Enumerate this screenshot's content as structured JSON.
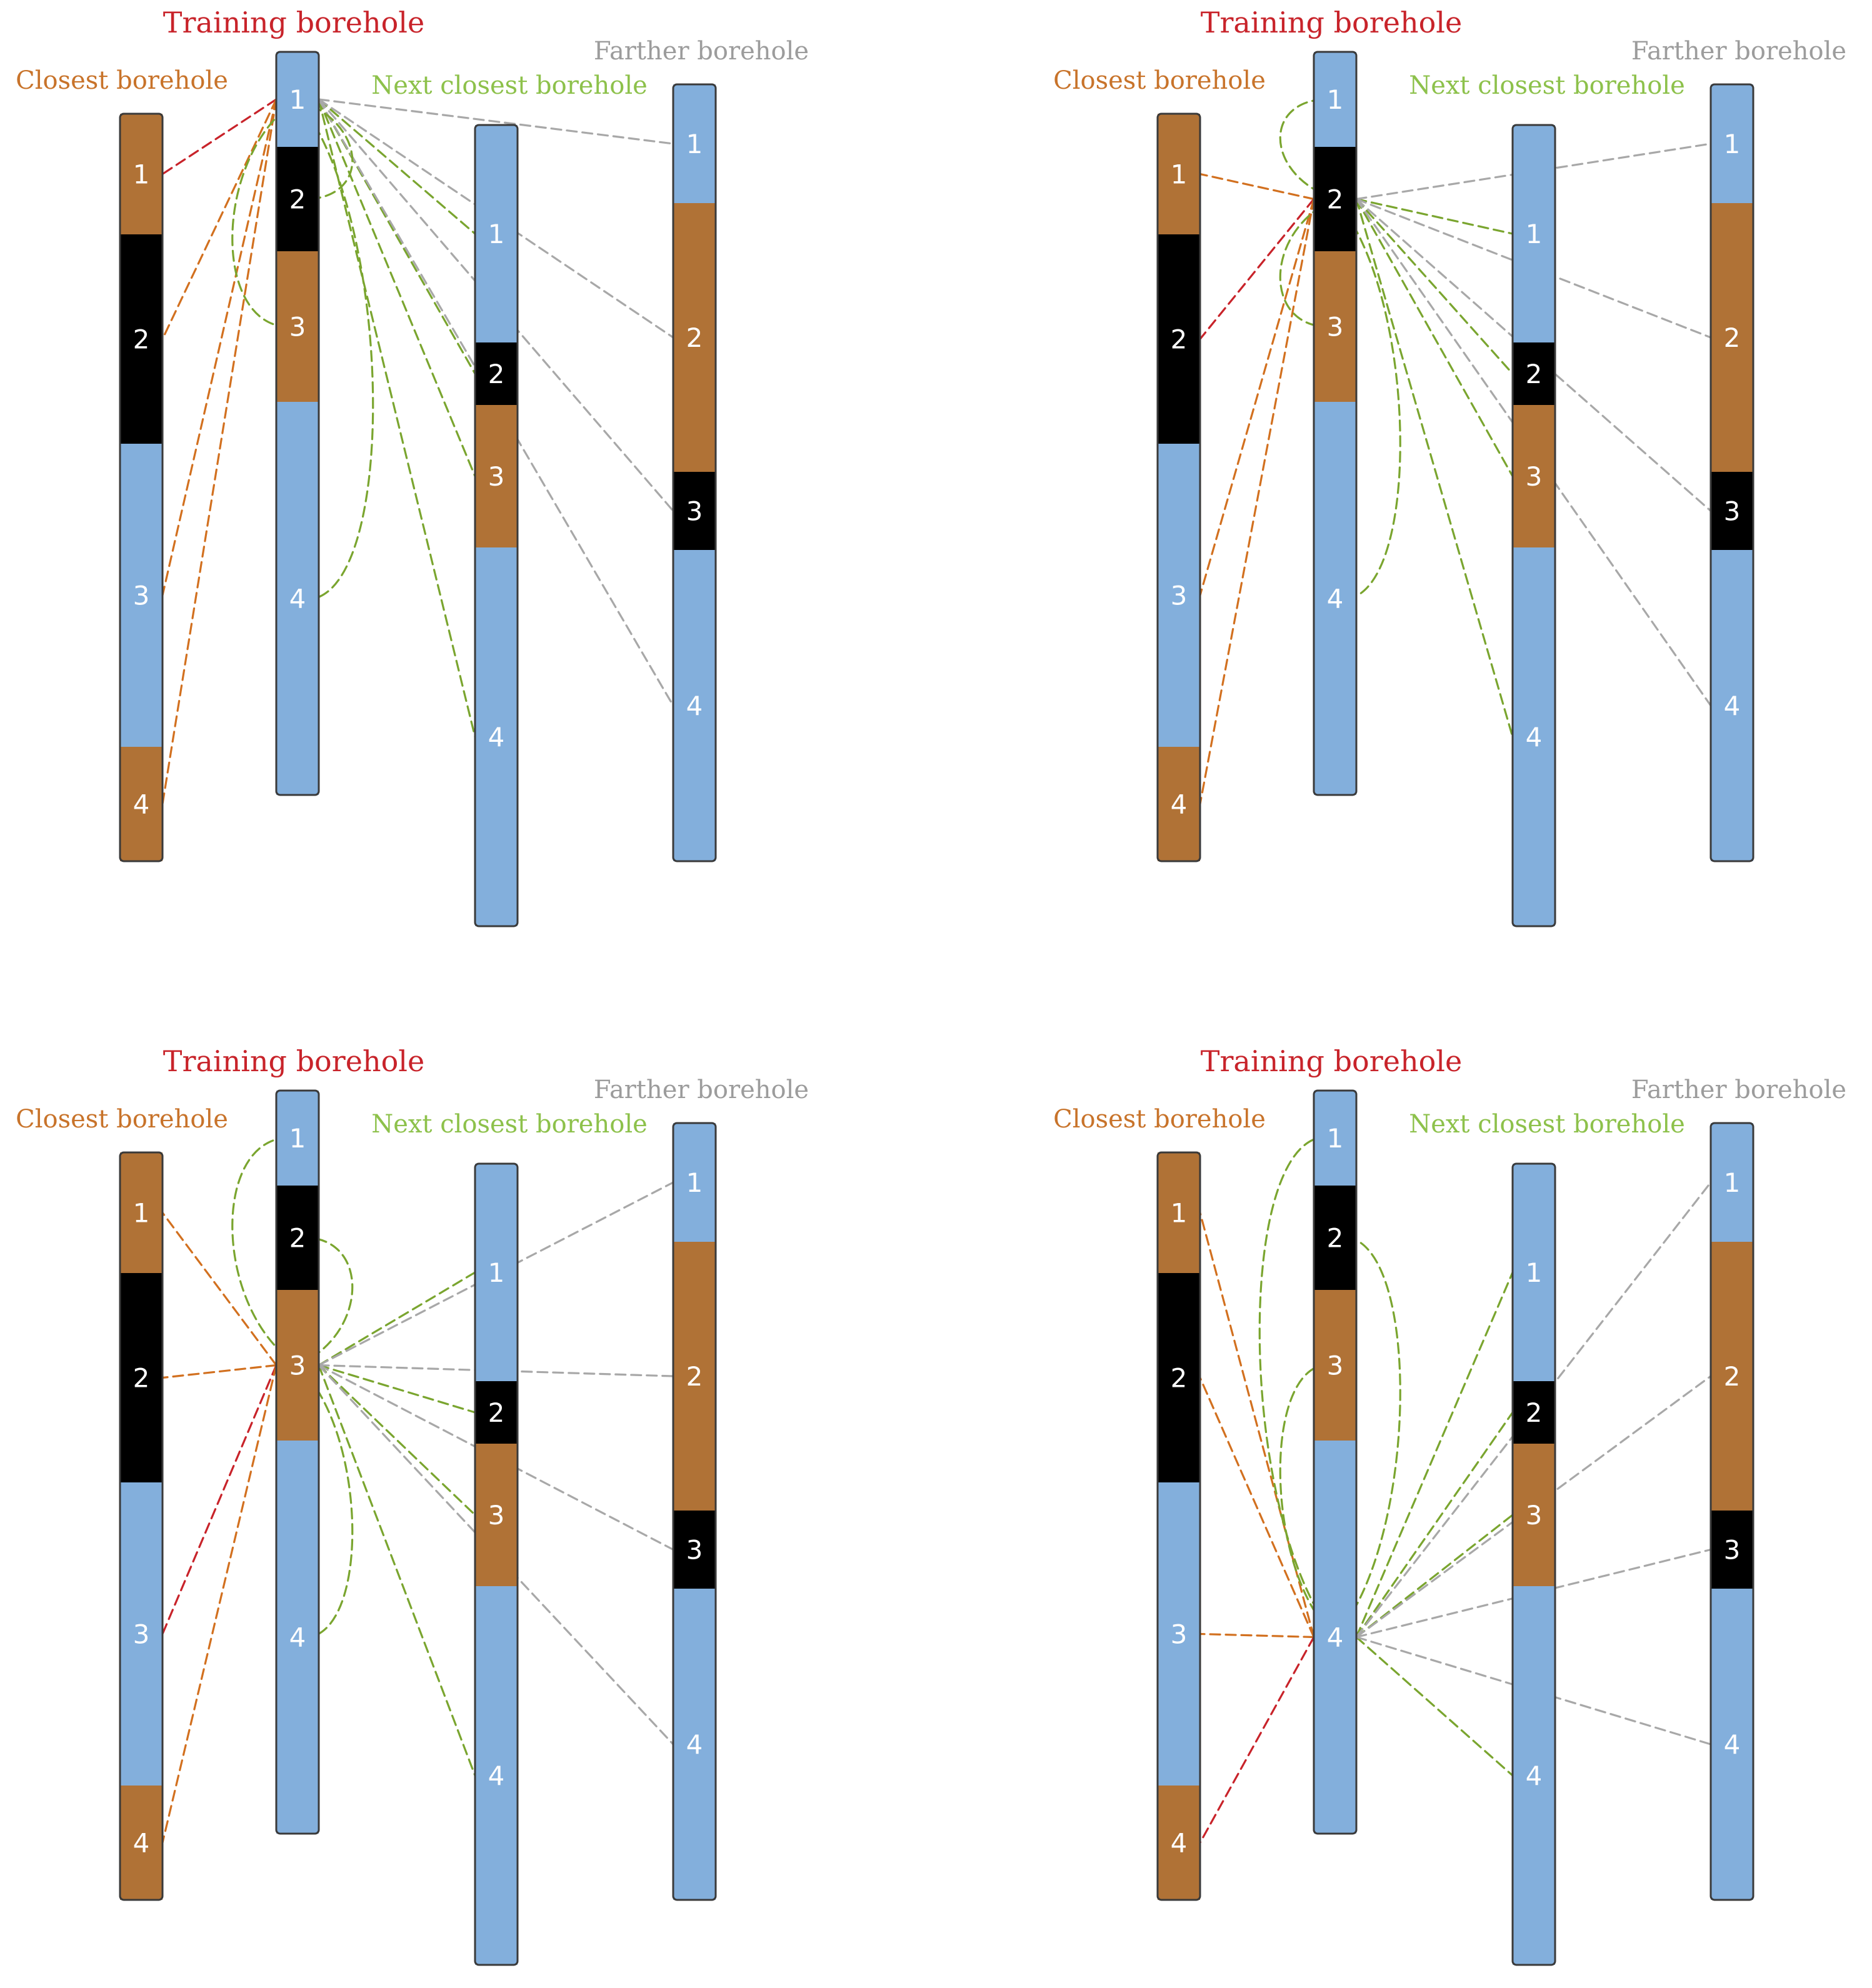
{
  "titles": {
    "training": "Training borehole",
    "closest": "Closest borehole",
    "next_closest": "Next closest borehole",
    "farther": "Farther borehole",
    "farther_spaced": "Farther  borehole"
  },
  "colors": {
    "brown": "#b07236",
    "black": "#000000",
    "blue": "#83afdc",
    "red_link": "#c8232a",
    "orange_link": "#d2701f",
    "green_link": "#7aa52f",
    "gray_link": "#a8a8a8",
    "label_red": "#c8232a",
    "label_orange": "#c8732a",
    "label_green": "#8dc14b",
    "label_gray": "#9c9c9c"
  },
  "boreholes": {
    "closest": {
      "layers": [
        {
          "label": "1",
          "material": "brown"
        },
        {
          "label": "2",
          "material": "black"
        },
        {
          "label": "3",
          "material": "blue"
        },
        {
          "label": "4",
          "material": "brown"
        }
      ]
    },
    "training": {
      "layers": [
        {
          "label": "1",
          "material": "blue"
        },
        {
          "label": "2",
          "material": "black"
        },
        {
          "label": "3",
          "material": "brown"
        },
        {
          "label": "4",
          "material": "blue"
        }
      ]
    },
    "next_closest": {
      "layers": [
        {
          "label": "1",
          "material": "blue"
        },
        {
          "label": "2",
          "material": "black"
        },
        {
          "label": "3",
          "material": "brown"
        },
        {
          "label": "4",
          "material": "blue"
        }
      ]
    },
    "farther": {
      "layers": [
        {
          "label": "1",
          "material": "blue"
        },
        {
          "label": "2",
          "material": "brown"
        },
        {
          "label": "3",
          "material": "black"
        },
        {
          "label": "4",
          "material": "blue"
        }
      ]
    }
  },
  "panels": [
    {
      "name": "panel-top-left",
      "source_layer": "1",
      "farther_title_key": "farther"
    },
    {
      "name": "panel-top-right",
      "source_layer": "2",
      "farther_title_key": "farther_spaced"
    },
    {
      "name": "panel-bottom-left",
      "source_layer": "3",
      "farther_title_key": "farther"
    },
    {
      "name": "panel-bottom-right",
      "source_layer": "4",
      "farther_title_key": "farther_spaced"
    }
  ]
}
